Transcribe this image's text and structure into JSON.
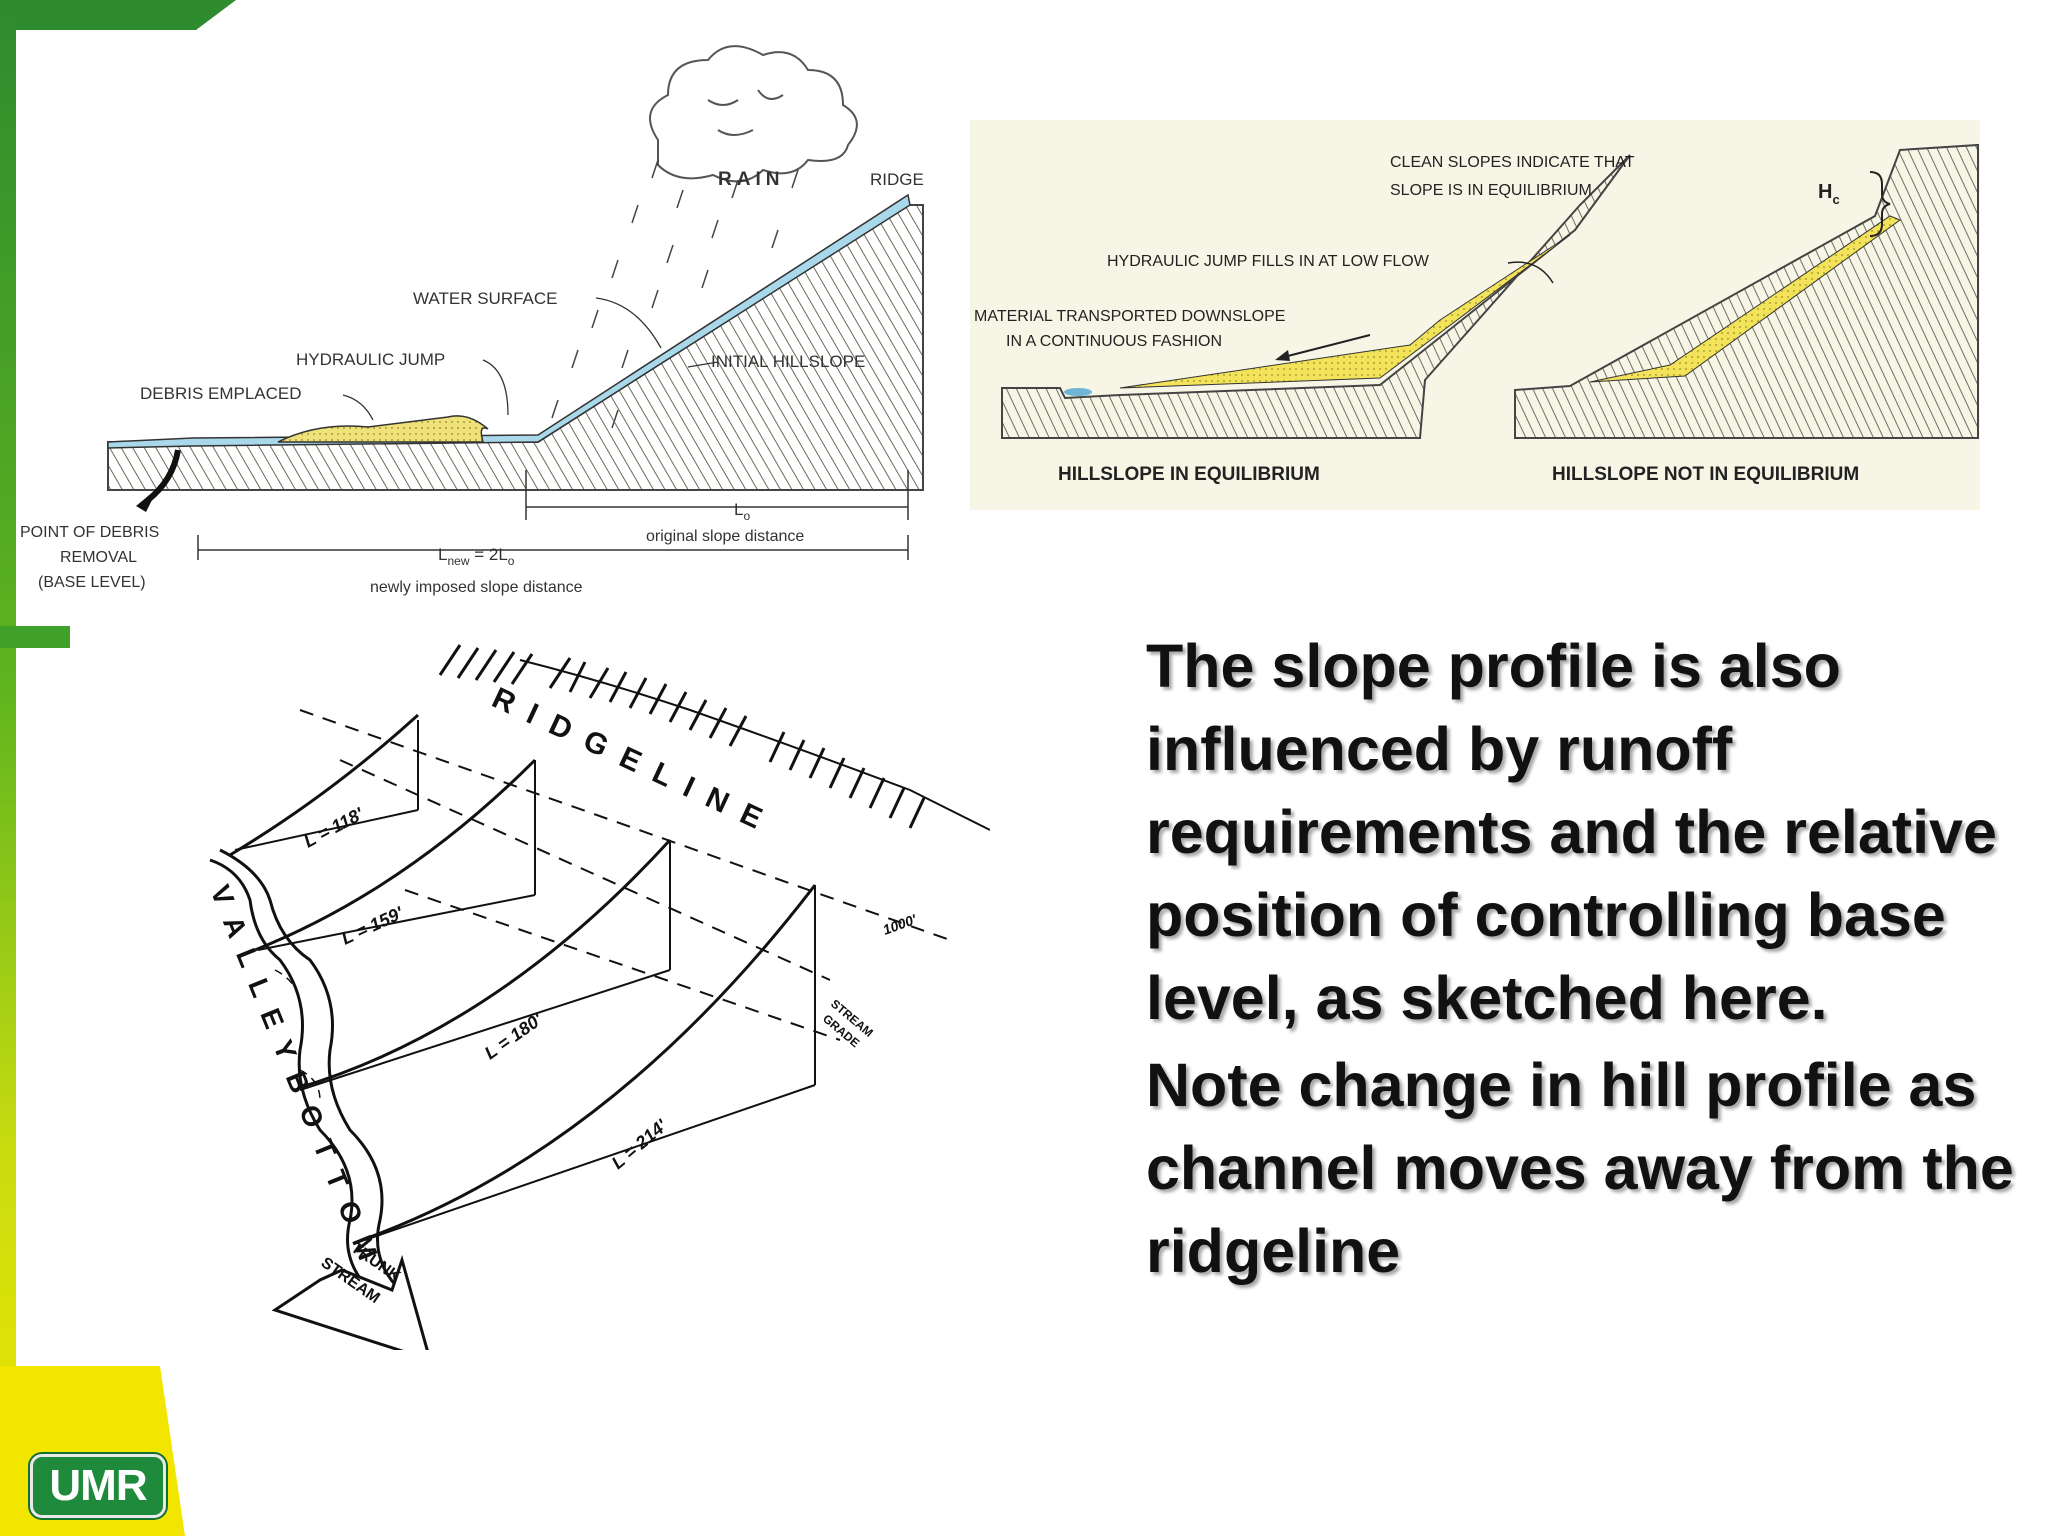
{
  "slide": {
    "paragraphs": [
      "The slope profile is also influenced by runoff requirements and the relative position of controlling base level, as sketched here.",
      "Note change in hill profile as channel moves away from the ridgeline"
    ],
    "logo": "UMR"
  },
  "diagram_left": {
    "rain": "RAIN",
    "ridge": "RIDGE",
    "water_surface": "WATER SURFACE",
    "hydraulic_jump": "HYDRAULIC JUMP",
    "debris_emplaced": "DEBRIS EMPLACED",
    "initial_hillslope": "INITIAL HILLSLOPE",
    "lo": "L",
    "lo_sub": "o",
    "original_distance": "original slope distance",
    "lnew_prefix": "L",
    "lnew_sub": "new",
    "lnew_eq": " = 2L",
    "lnew_eq_sub": "o",
    "new_distance": "newly imposed slope distance",
    "debris_removal_1": "POINT OF DEBRIS",
    "debris_removal_2": "REMOVAL",
    "debris_removal_3": "(BASE LEVEL)"
  },
  "diagram_right": {
    "clean_1": "CLEAN SLOPES INDICATE THAT",
    "clean_2": "SLOPE IS IN EQUILIBRIUM",
    "hc": "H",
    "hc_sub": "c",
    "hyd_jump": "HYDRAULIC JUMP FILLS IN AT LOW FLOW",
    "material_1": "MATERIAL TRANSPORTED DOWNSLOPE",
    "material_2": "IN A CONTINUOUS FASHION",
    "eq_label": "HILLSLOPE  IN  EQUILIBRIUM",
    "not_eq_label": "HILLSLOPE  NOT  IN  EQUILIBRIUM"
  },
  "diagram_bottom": {
    "ridgeline": "R I D G E L I N E",
    "valley": "V A L L E Y   B O T T O M",
    "l1": "L = 118'",
    "l2": "L = 159'",
    "l3": "L = 180'",
    "l4": "L = 214'",
    "elev": "1000'",
    "stream_grade_1": "STREAM",
    "stream_grade_2": "GRADE",
    "trunk_1": "TRUNK",
    "trunk_2": "STREAM"
  },
  "colors": {
    "green": "#2e8b2e",
    "yellow": "#f2e600",
    "water": "#a8d8ea",
    "debris": "#f0e27a",
    "bg_right": "#f7f6e6"
  }
}
